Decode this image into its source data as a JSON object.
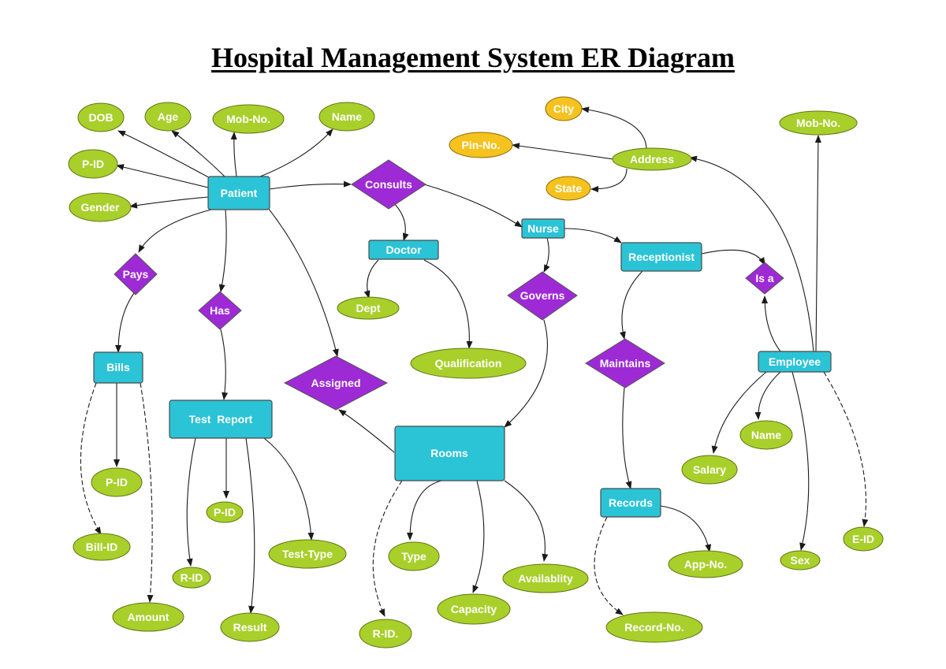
{
  "title": "Hospital Management System ER Diagram",
  "entities": {
    "patient": "Patient",
    "doctor": "Doctor",
    "nurse": "Nurse",
    "receptionist": "Receptionist",
    "bills": "Bills",
    "test_report": "Test  Report",
    "rooms": "Rooms",
    "records": "Records",
    "employee": "Employee"
  },
  "relationships": {
    "consults": "Consults",
    "pays": "Pays",
    "has": "Has",
    "assigned": "Assigned",
    "governs": "Governs",
    "maintains": "Maintains",
    "is_a": "Is a"
  },
  "attributes": {
    "dob": "DOB",
    "age": "Age",
    "patient_mob_no": "Mob-No.",
    "patient_name": "Name",
    "patient_pid": "P-ID",
    "gender": "Gender",
    "city": "City",
    "pin_no": "Pin-No.",
    "address": "Address",
    "state": "State",
    "employee_mob_no": "Mob-No.",
    "dept": "Dept",
    "qualification": "Qualification",
    "bills_pid": "P-ID",
    "bill_id": "Bill-ID",
    "amount": "Amount",
    "report_pid": "P-ID",
    "report_rid": "R-ID",
    "result": "Result",
    "test_type": "Test-Type",
    "room_type": "Type",
    "capacity": "Capacity",
    "availability": "Availablity",
    "room_rid": "R-ID.",
    "app_no": "App-No.",
    "record_no": "Record-No.",
    "employee_name": "Name",
    "salary": "Salary",
    "sex": "Sex",
    "eid": "E-ID"
  },
  "colors": {
    "entity": "#2bc3d6",
    "relationship": "#9e2ad6",
    "attribute": "#a9cf2b",
    "address_attribute": "#f5c21e"
  }
}
